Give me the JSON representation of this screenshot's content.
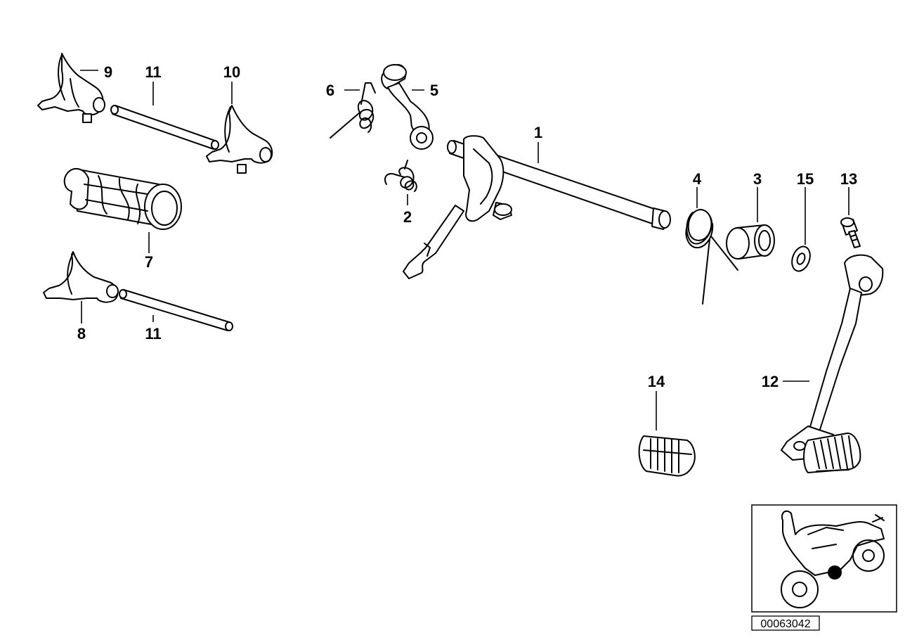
{
  "diagram": {
    "part_labels": {
      "p1": "1",
      "p2": "2",
      "p3": "3",
      "p4": "4",
      "p5": "5",
      "p6": "6",
      "p7": "7",
      "p8": "8",
      "p9": "9",
      "p10": "10",
      "p11a": "11",
      "p11b": "11",
      "p12": "12",
      "p13": "13",
      "p14": "14",
      "p15": "15"
    },
    "drawing_code": "00063042"
  }
}
